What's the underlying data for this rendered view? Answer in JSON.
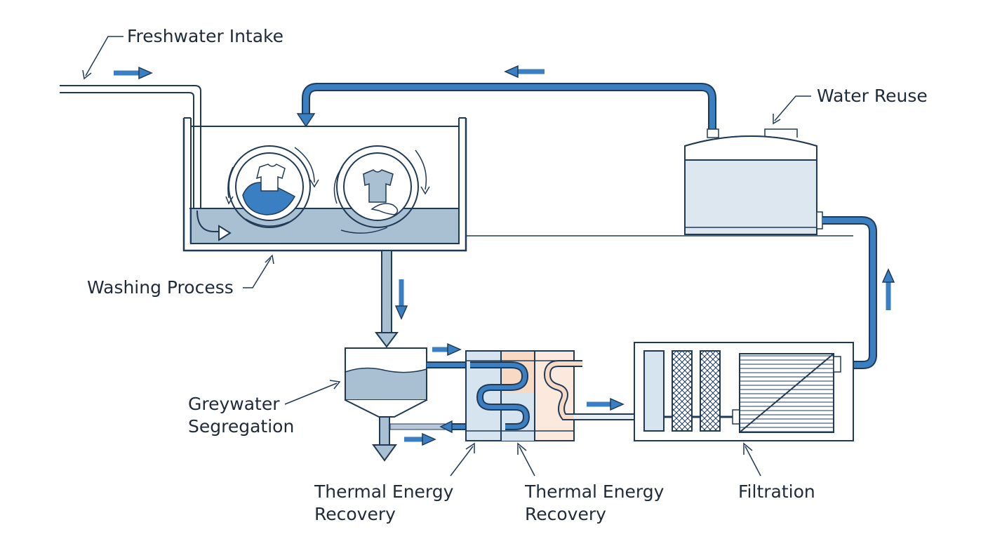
{
  "labels": {
    "freshwater_intake": "Freshwater Intake",
    "water_reuse": "Water Reuse",
    "washing_process": "Washing Process",
    "greywater_line1": "Greywater",
    "greywater_line2": "Segregation",
    "thermal_a_line1": "Thermal Energy",
    "thermal_a_line2": "Recovery",
    "thermal_b_line1": "Thermal Energy",
    "thermal_b_line2": "Recovery",
    "filtration": "Filtration"
  },
  "colors": {
    "outline": "#1f3a57",
    "pipe_blue": "#3a7fc1",
    "water_fill": "#a9bfd2",
    "tank_fill": "#dde7f0",
    "warm_panel": "#f7d9c4",
    "cool_panel": "#d6e4f0"
  }
}
